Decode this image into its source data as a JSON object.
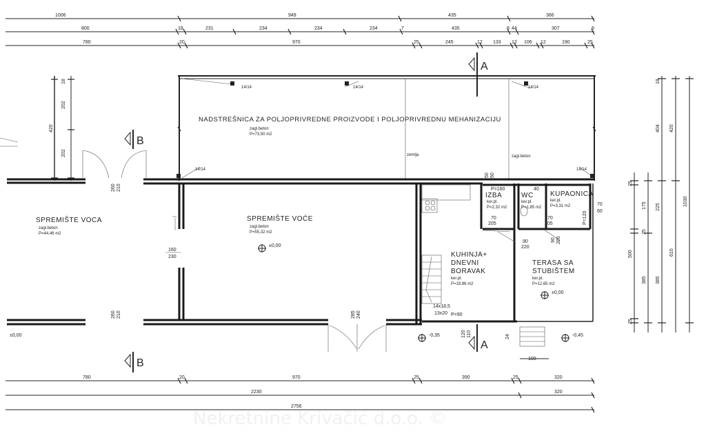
{
  "top_dims": {
    "row1": [
      "1006",
      "949",
      "435",
      "366"
    ],
    "row2": [
      "800",
      "18",
      "231",
      "234",
      "234",
      "234",
      "7",
      "435",
      "8",
      "44",
      "307",
      "8"
    ],
    "row3": [
      "780",
      "20",
      "970",
      "25",
      "245",
      "12",
      "133",
      "12",
      "106",
      "12",
      "190",
      "25"
    ]
  },
  "bottom_dims": {
    "row1": [
      "780",
      "20",
      "970",
      "25",
      "390",
      "25",
      "320"
    ],
    "row2": [
      "2230",
      "320"
    ],
    "row3": [
      "2756"
    ]
  },
  "right_dims": {
    "col1": [
      "25",
      "175",
      "25",
      "385",
      "25"
    ],
    "col2": [
      "225",
      "385"
    ],
    "col3": [
      "610"
    ],
    "col4": [
      "18",
      "404",
      "420"
    ],
    "col5": [
      "1030"
    ],
    "mid": [
      "500"
    ]
  },
  "left_dims": [
    "18",
    "202",
    "420",
    "202"
  ],
  "section_labels": {
    "a": "A",
    "b": "B"
  },
  "rooms": {
    "canopy": {
      "title": "NADSTREŠNICA ZA POLJOPRIVREDNE PROIZVODE I POLJOPRIVREDNU MEHANIZACIJU",
      "floor": "zagl.beton",
      "area": "P=73,50 m2"
    },
    "fruit_left": {
      "title": "SPREMIŠTE VOCA",
      "floor": "zagl.beton",
      "area": "P=44,46 m2"
    },
    "fruit_mid": {
      "title": "SPREMIŠTE VOĆE",
      "floor": "zagl.beton",
      "area": "P=55,32 m2"
    },
    "izba": {
      "title": "IZBA",
      "floor": "ker.pl.",
      "area": "P=2,32 m2"
    },
    "wc": {
      "title": "WC",
      "floor": "ker.pl.",
      "area": "P=1,85 m2"
    },
    "bath": {
      "title": "KUPAONICA",
      "floor": "ker.pl.",
      "area": "P=3,31 m2"
    },
    "kitchen": {
      "title_1": "KUHINJA+",
      "title_2": "DNEVNI",
      "title_3": "BORAVAK",
      "floor": "ker.pl.",
      "area": "P=19,86 m2"
    },
    "terrace": {
      "title_1": "TERASA SA",
      "title_2": "STUBIŠTEM",
      "floor": "ker.pl.",
      "area": "P=12,65 m2"
    }
  },
  "small_labels": {
    "post": "14/14",
    "earth": "zemlja",
    "floor_canopy_right": "zagl.beton",
    "door_160": "160",
    "door_230": "230",
    "door_260": "260",
    "door_210": "210",
    "door_285": "285",
    "door_240": "240",
    "win_70": "70",
    "win_205": "205",
    "win_90": "90",
    "win_220": "220",
    "step": "14x18,5",
    "step2": "13x20",
    "p160": "P=160",
    "p90": "P=90",
    "p120": "P=120",
    "h50a": "50",
    "h50b": "50",
    "h40": "40",
    "h120": "120",
    "h110": "110",
    "h24": "24",
    "w100": "100",
    "w60": "60"
  },
  "levels": {
    "main": "±0,00",
    "terrace": "±0,00",
    "left": "±0,00",
    "outside1": "-0,35",
    "outside2": "-0,45"
  },
  "watermark": "Nekretnine Krivačić d.o.o. ©"
}
